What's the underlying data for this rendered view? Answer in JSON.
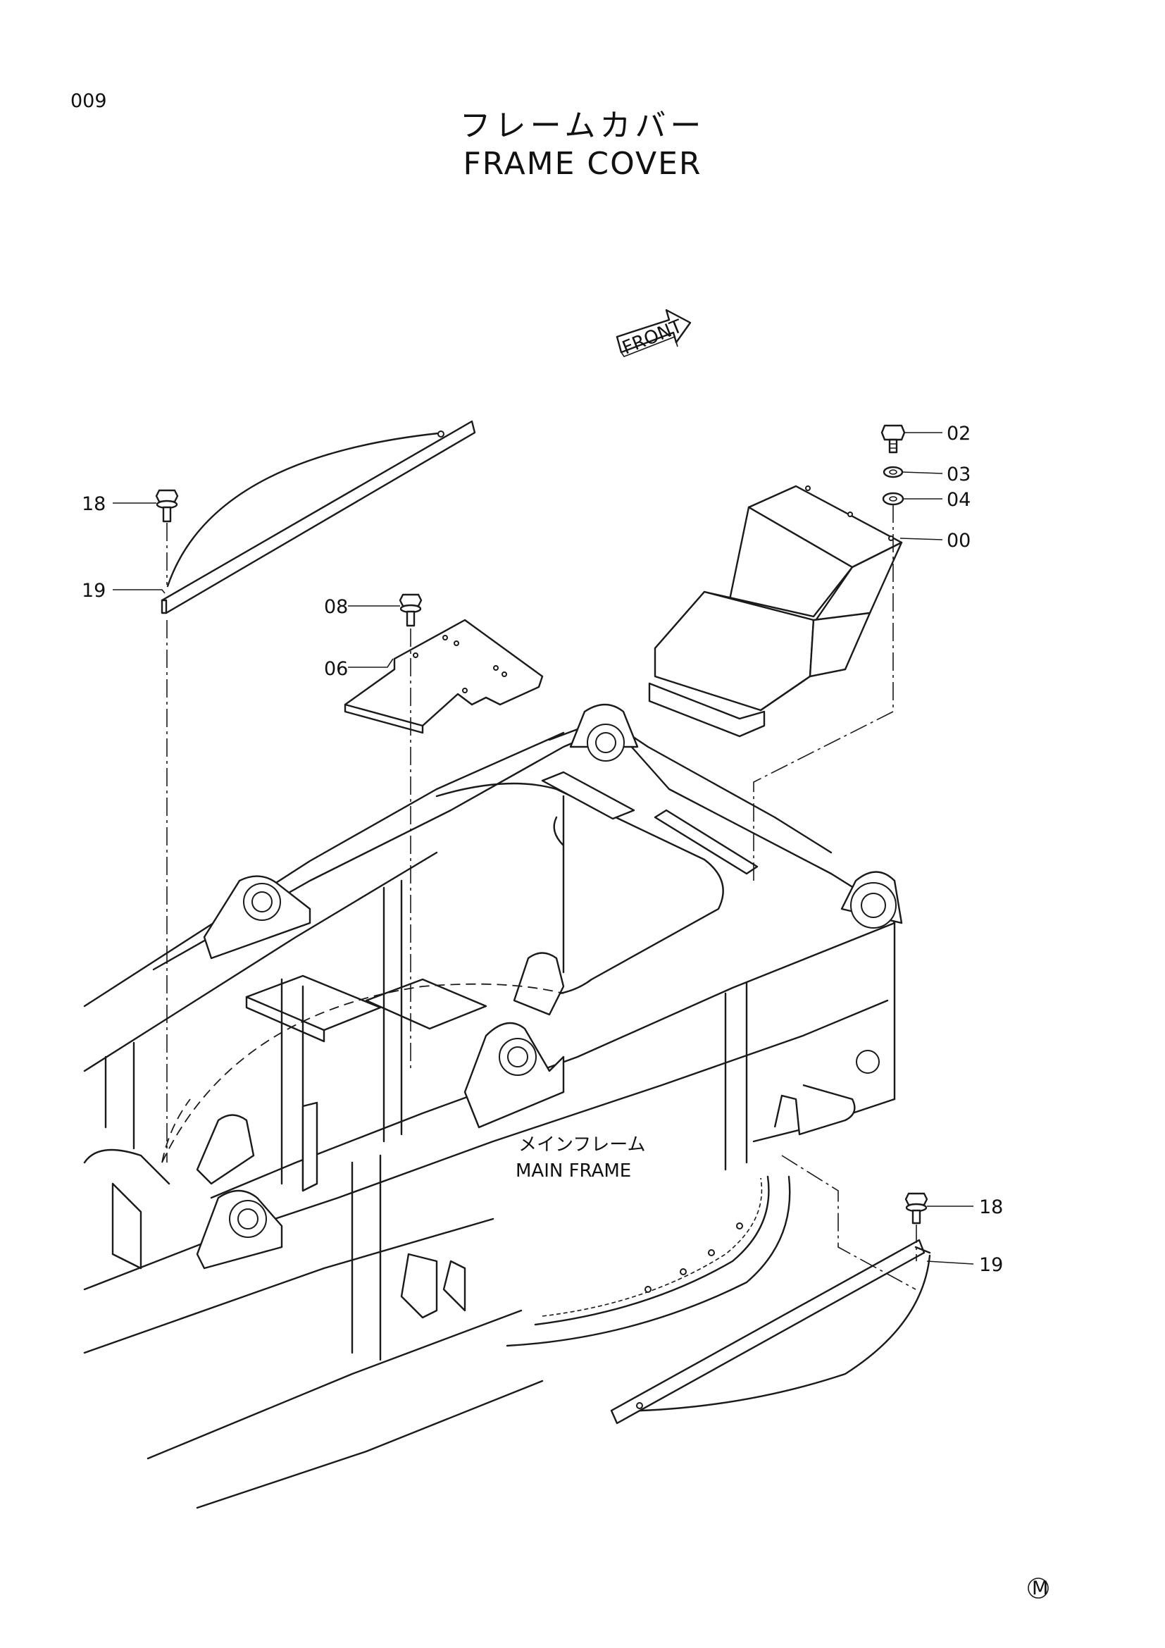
{
  "page": {
    "number": "009",
    "title_jp": "フレームカバー",
    "title_en": "FRAME COVER",
    "marker": "M"
  },
  "front_arrow": {
    "label": "FRONT"
  },
  "main_frame": {
    "label_jp": "メインフレーム",
    "label_en": "MAIN FRAME"
  },
  "callouts": {
    "c02": "02",
    "c03": "03",
    "c04": "04",
    "c00": "00",
    "c08": "08",
    "c06": "06",
    "c18_left": "18",
    "c19_left": "19",
    "c18_right": "18",
    "c19_right": "19"
  }
}
